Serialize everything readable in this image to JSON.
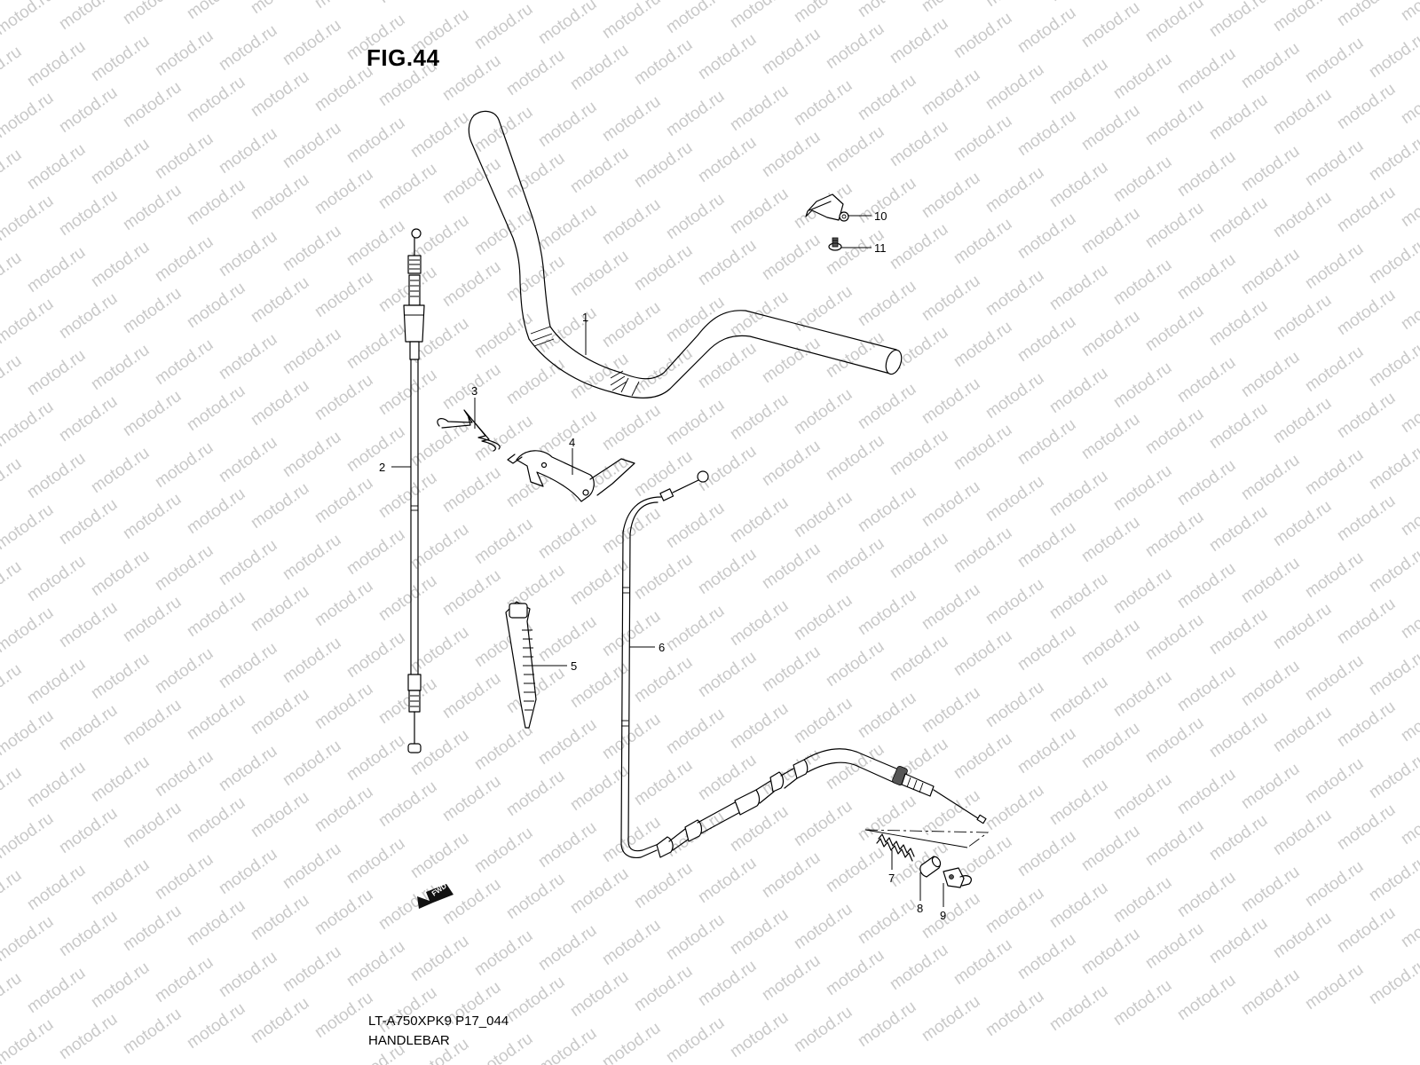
{
  "figure": {
    "title": "FIG.44",
    "model_code": "LT-A750XPK9 P17_044",
    "section_name": "HANDLEBAR"
  },
  "watermark": {
    "text": "motod.ru",
    "color": "#c9c9c9"
  },
  "callouts": [
    {
      "id": "1",
      "part": "handlebar"
    },
    {
      "id": "2",
      "part": "throttle-cable"
    },
    {
      "id": "3",
      "part": "wire-clip"
    },
    {
      "id": "4",
      "part": "cable-bracket"
    },
    {
      "id": "5",
      "part": "cable-tie-band"
    },
    {
      "id": "6",
      "part": "parking-brake-cable"
    },
    {
      "id": "7",
      "part": "spring"
    },
    {
      "id": "8",
      "part": "collar"
    },
    {
      "id": "9",
      "part": "cable-end-joint"
    },
    {
      "id": "10",
      "part": "cable-holder-plate"
    },
    {
      "id": "11",
      "part": "screw"
    }
  ],
  "direction_marker": {
    "text": "FWD",
    "icon": "forward-arrow-icon"
  }
}
